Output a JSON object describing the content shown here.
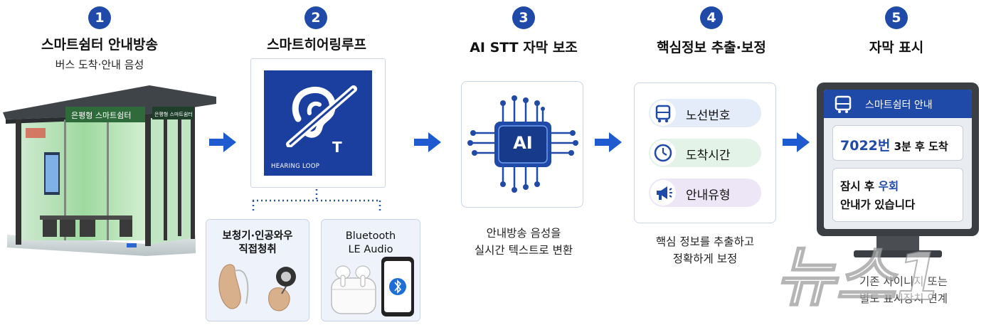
{
  "steps": [
    {
      "num": "1",
      "title": "스마트쉼터 안내방송",
      "subtitle": "버스 도착·안내 음성"
    },
    {
      "num": "2",
      "title": "스마트히어링루프"
    },
    {
      "num": "3",
      "title": "AI STT 자막 보조",
      "caption_line1": "안내방송 음성을",
      "caption_line2": "실시간 텍스트로 변환"
    },
    {
      "num": "4",
      "title": "핵심정보 추출·보정",
      "caption_line1": "핵심 정보를 추출하고",
      "caption_line2": "정확하게 보정"
    },
    {
      "num": "5",
      "title": "자막 표시",
      "caption_line1": "기존 사이니지 또는",
      "caption_line2": "별도 표시장치 연계"
    }
  ],
  "shelter": {
    "sign_left": "은평형 스마트쉼터",
    "sign_right": "은평형 스마트쉼터"
  },
  "hearing_loop": {
    "label": "HEARING LOOP",
    "letter": "T"
  },
  "devices": [
    {
      "line1": "보청기·인공와우",
      "line2": "직접청취"
    },
    {
      "line1": "Bluetooth",
      "line2": "LE Audio"
    }
  ],
  "ai_chip": {
    "label": "AI"
  },
  "extraction": {
    "items": [
      {
        "label": "노선번호",
        "icon": "bus-icon",
        "color": "#e3ecf8"
      },
      {
        "label": "도착시간",
        "icon": "clock-icon",
        "color": "#e3f3e8"
      },
      {
        "label": "안내유형",
        "icon": "megaphone-icon",
        "color": "#ece6f6"
      }
    ]
  },
  "display": {
    "header": "스마트쉼터 안내",
    "line1_route": "7022번",
    "line1_rest": " 3분 후 도착",
    "line2_pre": "잠시 후 ",
    "line2_highlight": "우회",
    "line3": "안내가 있습니다"
  },
  "watermark": "뉴스1",
  "colors": {
    "accent": "#1f4aa8",
    "arrow": "#1f5bd0",
    "loop_bg": "#1b3f9e"
  }
}
